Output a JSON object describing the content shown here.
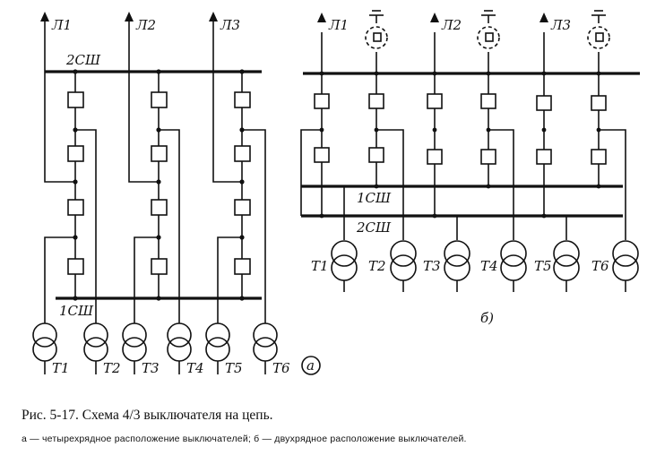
{
  "diagram_a": {
    "lines": [
      "Л1",
      "Л2",
      "Л3"
    ],
    "bus_top": "2СШ",
    "bus_bottom": "1СШ",
    "transformers": [
      "Т1",
      "Т2",
      "Т3",
      "Т4",
      "Т5",
      "Т6"
    ],
    "tag": "a"
  },
  "diagram_b": {
    "lines": [
      "Л1",
      "Л2",
      "Л3"
    ],
    "bus_1": "1СШ",
    "bus_2": "2СШ",
    "transformers": [
      "Т1",
      "Т2",
      "Т3",
      "Т4",
      "Т5",
      "Т6"
    ],
    "tag": "б)"
  },
  "caption": {
    "title": "Рис. 5-17. Схема 4/3 выключателя на цепь.",
    "legend": "а — четырехрядное расположение выключателей; б — двухрядное расположение выключателей."
  }
}
